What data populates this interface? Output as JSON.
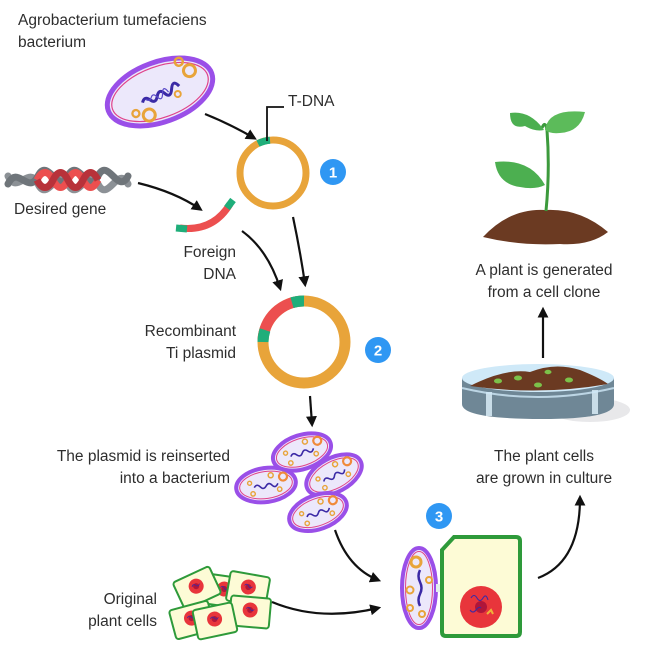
{
  "title": "Agrobacterium-mediated plant transformation",
  "labels": {
    "agrobacterium": [
      "Agrobacterium tumefaciens",
      "bacterium"
    ],
    "tdna": "T-DNA",
    "desired_gene": "Desired gene",
    "foreign_dna": [
      "Foreign",
      "DNA"
    ],
    "recombinant": [
      "Recombinant",
      "Ti plasmid"
    ],
    "reinserted": [
      "The plasmid is reinserted",
      "into a bacterium"
    ],
    "original_cells": [
      "Original",
      "plant cells"
    ],
    "grown_culture": [
      "The plant cells",
      "are grown in culture"
    ],
    "plant_generated": [
      "A plant is generated",
      "from a cell clone"
    ]
  },
  "steps": [
    {
      "number": "1"
    },
    {
      "number": "2"
    },
    {
      "number": "3"
    }
  ],
  "colors": {
    "plasmid": "#e8a43a",
    "foreign_dna": "#ec4f4f",
    "tdna": "#1fae7a",
    "badge": "#2f97f3",
    "bacterium_outer": "#9a4fe8",
    "bacterium_inner": "#ece8fb",
    "bacterium_membrane": "#e0428a",
    "plant_cell_wall": "#2e9a3a",
    "plant_cytoplasm": "#fdfbd6",
    "nucleus": "#e8353b",
    "leaf": "#4caf50",
    "soil": "#6b3a22",
    "dish": "#cfe9f8",
    "arrow": "#111111"
  }
}
